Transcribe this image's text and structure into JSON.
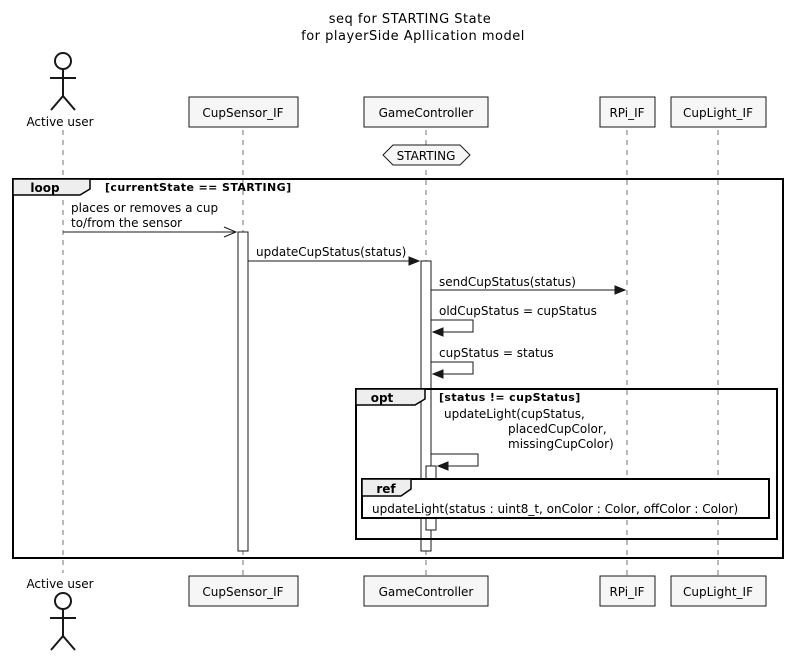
{
  "title": {
    "line1": "seq for STARTING State",
    "line2": "for playerSide Apllication model"
  },
  "participants": {
    "actor": "Active user",
    "cupsensor": "CupSensor_IF",
    "gamecontroller": "GameController",
    "rpi": "RPi_IF",
    "cuplight": "CupLight_IF"
  },
  "state_marker": "STARTING",
  "loop": {
    "keyword": "loop",
    "guard": "[currentState == STARTING]"
  },
  "messages": {
    "m1_line1": "places or removes a cup",
    "m1_line2": "to/from the sensor",
    "m2": "updateCupStatus(status)",
    "m3": "sendCupStatus(status)",
    "m4": "oldCupStatus = cupStatus",
    "m5": "cupStatus = status",
    "m6_line1": "updateLight(cupStatus,",
    "m6_line2": "placedCupColor,",
    "m6_line3": "missingCupColor)"
  },
  "opt": {
    "keyword": "opt",
    "guard": "[status != cupStatus]"
  },
  "ref": {
    "keyword": "ref",
    "text": "updateLight(status : uint8_t, onColor : Color, offColor : Color)"
  },
  "colors": {
    "box_fill": "#f6f6f6",
    "line": "#181818",
    "frame_tab": "#eeeeee"
  }
}
